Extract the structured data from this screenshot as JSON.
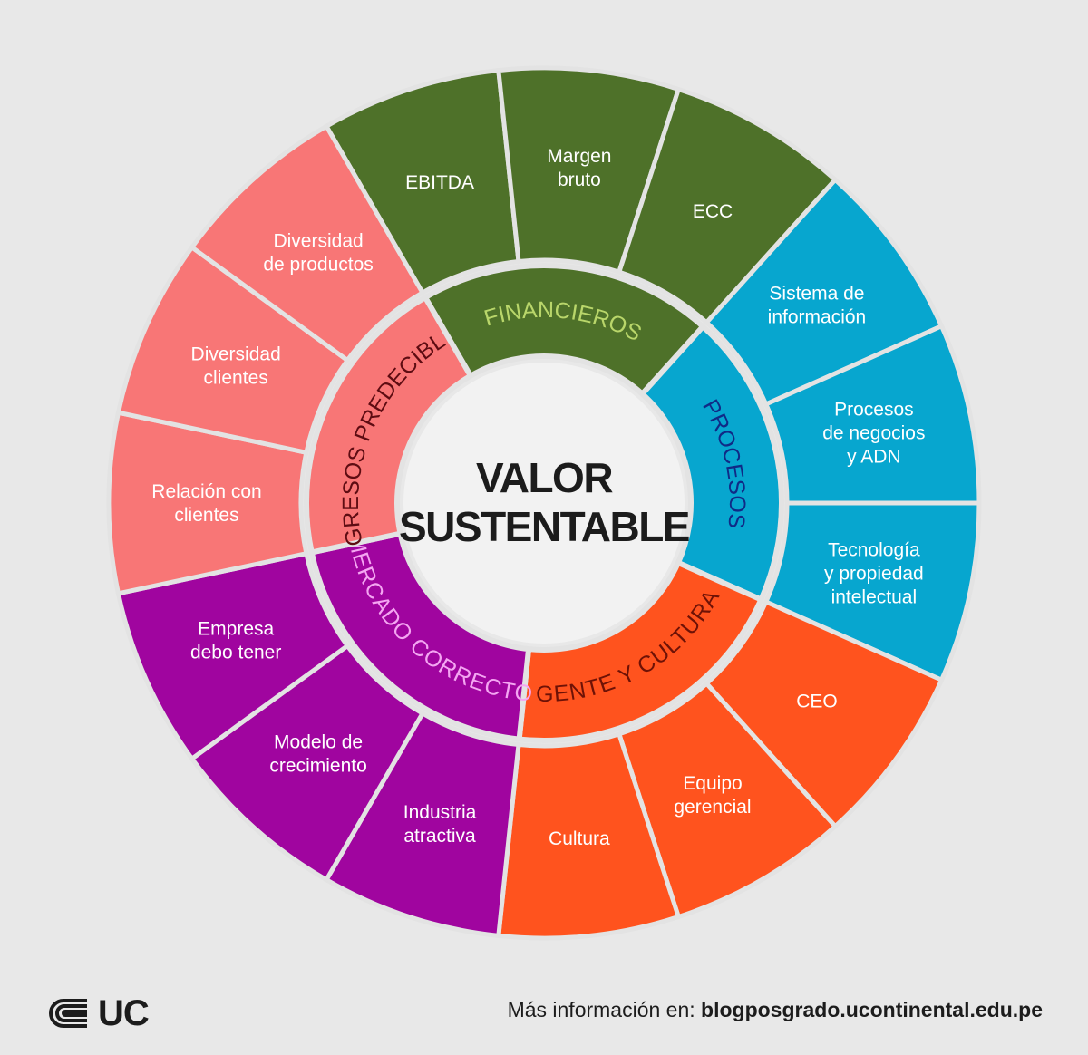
{
  "center": {
    "lines": [
      "VALOR",
      "SUSTENTABLE"
    ]
  },
  "colors": {
    "background": "#e8e8e8",
    "center_fill": "#f2f2f2",
    "text_dark": "#1c1c1c",
    "separator": "#e3e3e3"
  },
  "segments": [
    {
      "id": "financieros",
      "label": "FINANCIEROS",
      "color": "#4e7129",
      "label_color": "#b9d66a",
      "items": [
        {
          "lines": [
            "EBITDA"
          ]
        },
        {
          "lines": [
            "Margen",
            "bruto"
          ]
        },
        {
          "lines": [
            "ECC"
          ]
        }
      ]
    },
    {
      "id": "procesos",
      "label": "PROCESOS",
      "color": "#07a6cf",
      "label_color": "#102a86",
      "items": [
        {
          "lines": [
            "Sistema de",
            "información"
          ]
        },
        {
          "lines": [
            "Procesos",
            "de negocios",
            "y ADN"
          ]
        },
        {
          "lines": [
            "Tecnología",
            "y propiedad",
            "intelectual"
          ]
        }
      ]
    },
    {
      "id": "gente",
      "label": "GENTE Y CULTURA",
      "color": "#ff531e",
      "label_color": "#6e1206",
      "items": [
        {
          "lines": [
            "CEO"
          ]
        },
        {
          "lines": [
            "Equipo",
            "gerencial"
          ]
        },
        {
          "lines": [
            "Cultura"
          ]
        }
      ]
    },
    {
      "id": "mercado",
      "label": "MERCADO CORRECTO",
      "color": "#a0059f",
      "label_color": "#f4a6f2",
      "items": [
        {
          "lines": [
            "Industria",
            "atractiva"
          ]
        },
        {
          "lines": [
            "Modelo de",
            "crecimiento"
          ]
        },
        {
          "lines": [
            "Empresa",
            "debo tener"
          ]
        }
      ]
    },
    {
      "id": "ingresos",
      "label": "INGRESOS PREDECIBLES",
      "color": "#f87676",
      "label_color": "#5e0c12",
      "items": [
        {
          "lines": [
            "Relación con",
            "clientes"
          ]
        },
        {
          "lines": [
            "Diversidad",
            "clientes"
          ]
        },
        {
          "lines": [
            "Diversidad",
            "de productos"
          ]
        }
      ]
    }
  ],
  "footer": {
    "logo_text": "UC",
    "info_label": "Más información en:",
    "info_url": "blogposgrado.ucontinental.edu.pe"
  }
}
